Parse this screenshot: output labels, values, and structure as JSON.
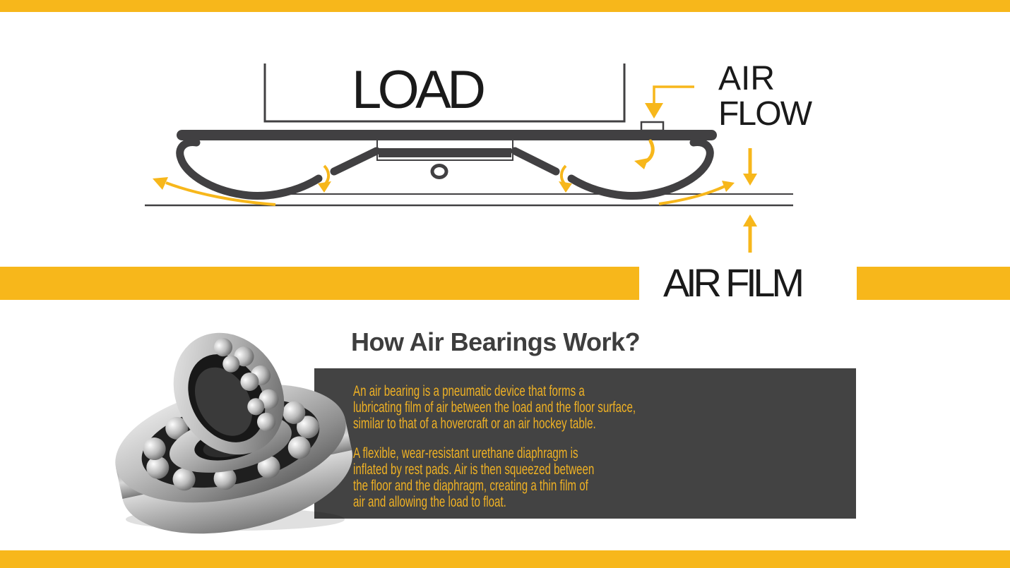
{
  "colors": {
    "accent_yellow": "#F7B71B",
    "diagram_dark": "#414042",
    "panel_dark": "#434343",
    "heading_gray": "#3E3E3E",
    "body_text_yellow": "#EFB124",
    "label_black": "#1A1A1A"
  },
  "diagram": {
    "load_label": "LOAD",
    "air_flow_line1": "AIR",
    "air_flow_line2": "FLOW",
    "air_film_label": "AIR FILM"
  },
  "article": {
    "heading": "How Air Bearings Work?",
    "paragraph1_lines": [
      "An air bearing is a pneumatic device that forms a",
      "lubricating film of air between the load and the floor surface,",
      "similar to that of a hovercraft or an air hockey table."
    ],
    "paragraph2_lines": [
      "A flexible, wear-resistant urethane diaphragm is",
      "inflated by rest pads. Air is then squeezed between",
      "the floor and the diaphragm, creating a thin film of",
      "air and allowing the load to float."
    ]
  }
}
